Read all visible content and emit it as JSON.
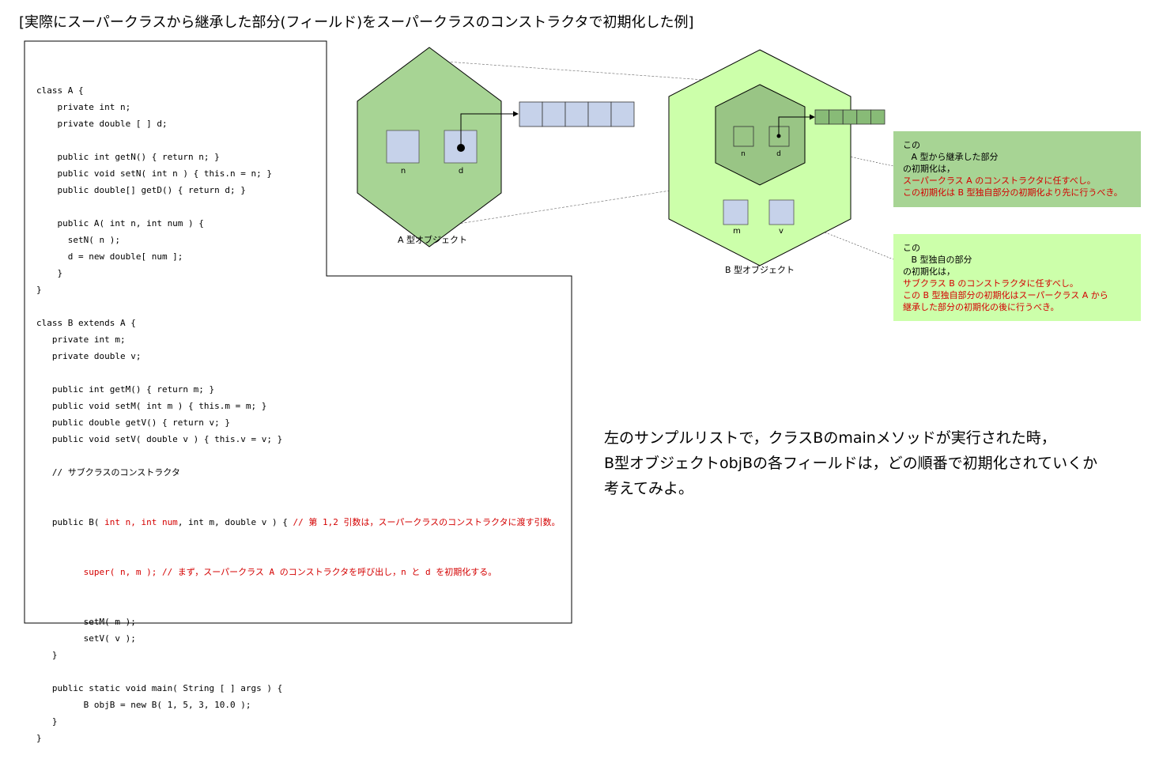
{
  "title": "[実際にスーパークラスから継承した部分(フィールド)をスーパークラスのコンストラクタで初期化した例]",
  "code": {
    "lines_a": [
      "class A {",
      "    private int n;",
      "    private double [ ] d;",
      "",
      "    public int getN() { return n; }",
      "    public void setN( int n ) { this.n = n; }",
      "    public double[] getD() { return d; }",
      "",
      "    public A( int n, int num ) {",
      "      setN( n );",
      "      d = new double[ num ];",
      "    }",
      "}",
      "",
      "class B extends A {",
      "   private int m;",
      "   private double v;",
      "",
      "   public int getM() { return m; }",
      "   public void setM( int m ) { this.m = m; }",
      "   public double getV() { return v; }",
      "   public void setV( double v ) { this.v = v; }",
      "",
      "   // サブクラスのコンストラクタ"
    ],
    "ctor_prefix": "   public B( ",
    "ctor_red_args": "int n, int num",
    "ctor_mid": ", int m, double v ) { ",
    "ctor_comment": "// 第 1,2 引数は，スーパークラスのコンストラクタに渡す引数。",
    "super_line": "         super( n, m ); // まず，スーパークラス A のコンストラクタを呼び出し，n と d を初期化する。",
    "lines_b": [
      "         setM( m );",
      "         setV( v );",
      "   }",
      "",
      "   public static void main( String [ ] args ) {",
      "         B objB = new B( 1, 5, 3, 10.0 );",
      "   }",
      "}"
    ]
  },
  "diagram": {
    "a_object_label": "A 型オブジェクト",
    "b_object_label": "B 型オブジェクト",
    "field_n": "n",
    "field_d": "d",
    "field_m": "m",
    "field_v": "v",
    "array_cells_a": 5,
    "array_cells_b": 5
  },
  "notes": {
    "a": {
      "l1": "この",
      "l2": "   A 型から継承した部分",
      "l3": "の初期化は，",
      "l4": "スーパークラス A のコンストラクタに任すべし。",
      "l5": "この初期化は B 型独自部分の初期化より先に行うべき。"
    },
    "b": {
      "l1": "この",
      "l2": "   B 型独自の部分",
      "l3": "の初期化は，",
      "l4": "サブクラス B のコンストラクタに任すべし。",
      "l5": "この B 型独自部分の初期化はスーパークラス A から",
      "l6": "継承した部分の初期化の後に行うべき。"
    }
  },
  "question": {
    "line1": "左のサンプルリストで，クラスBのmainメソッドが実行された時，",
    "line2": "B型オブジェクトobjBの各フィールドは，どの順番で初期化されていくか",
    "line3": "考えてみよ。"
  },
  "colors": {
    "hex_green": "#a7d494",
    "outer_hex": "#ccffaa",
    "inner_hex": "#99c585",
    "field_box": "#c6d2ea",
    "array_b": "#88bb77",
    "red": "#d40000"
  }
}
